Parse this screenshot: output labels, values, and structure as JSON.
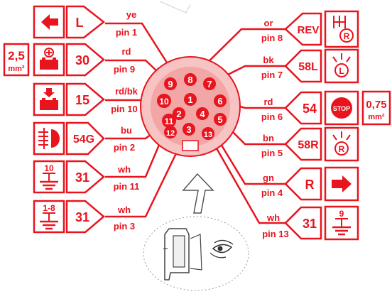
{
  "colors": {
    "accent": "#e8141e",
    "plug_fill": "#f2a6a6",
    "pin_fill": "#e8141e"
  },
  "plug": {
    "pin_numbers": [
      "1",
      "2",
      "3",
      "4",
      "5",
      "6",
      "7",
      "8",
      "9",
      "10",
      "11",
      "12",
      "13"
    ]
  },
  "left_terminals": [
    {
      "icon": "arrow-left-icon",
      "tag": "L",
      "color": "ye",
      "pin": "pin 1"
    },
    {
      "icon": "battery-plus-icon",
      "tag": "30",
      "color": "rd",
      "pin": "pin 9"
    },
    {
      "icon": "battery-down-icon",
      "tag": "15",
      "color": "rd/bk",
      "pin": "pin 10"
    },
    {
      "icon": "fog-lamp-icon",
      "tag": "54G",
      "color": "bu",
      "pin": "pin 2"
    },
    {
      "icon": "ground-icon",
      "tag": "31",
      "color": "wh",
      "pin": "pin 11",
      "ground_label": "10"
    },
    {
      "icon": "ground-icon",
      "tag": "31",
      "color": "wh",
      "pin": "pin 3",
      "ground_label": "1-8"
    }
  ],
  "right_terminals": [
    {
      "icon": "reverse-lamp-icon",
      "tag": "REV",
      "color": "or",
      "pin": "pin 8"
    },
    {
      "icon": "left-lamp-icon",
      "tag": "58L",
      "color": "bk",
      "pin": "pin 7"
    },
    {
      "icon": "stop-lamp-icon",
      "tag": "54",
      "color": "rd",
      "pin": "pin 6",
      "icon_text": "STOP"
    },
    {
      "icon": "right-lamp-icon",
      "tag": "58R",
      "color": "bn",
      "pin": "pin 5"
    },
    {
      "icon": "arrow-right-icon",
      "tag": "R",
      "color": "gn",
      "pin": "pin 4"
    },
    {
      "icon": "ground-icon",
      "tag": "31",
      "color": "wh",
      "pin": "pin 13",
      "ground_label": "9"
    }
  ],
  "wire_sizes": {
    "left": {
      "value": "2,5",
      "unit": "mm²"
    },
    "right": {
      "value": "0,75",
      "unit": "mm²"
    }
  }
}
